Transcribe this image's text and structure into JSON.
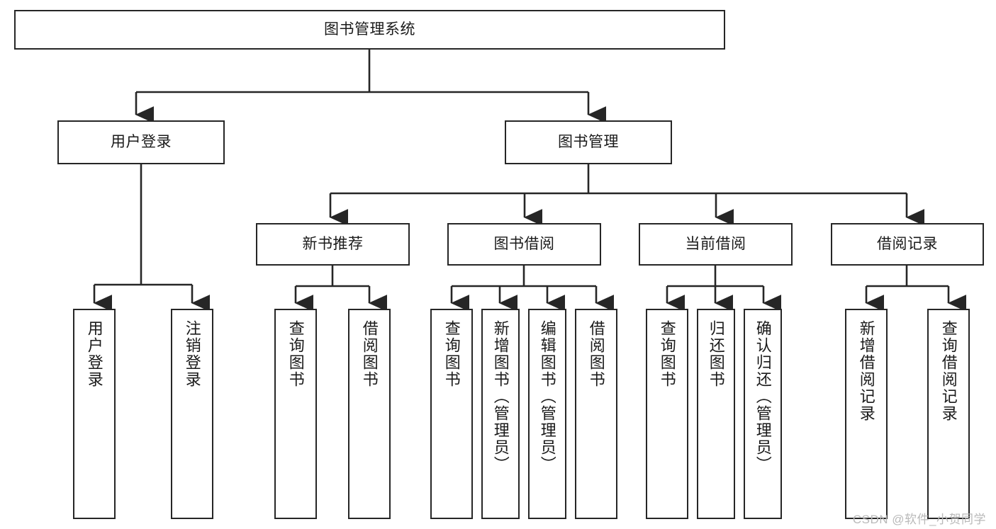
{
  "diagram": {
    "title_text": "图书管理系统",
    "type": "tree-hierarchy-diagram",
    "stroke_color": "#262626",
    "background_color": "#ffffff",
    "text_color": "#1a1a1a",
    "watermark": "CSDN @软件_小贺同学",
    "levels": {
      "root": {
        "label": "图书管理系统"
      },
      "level2": [
        {
          "label": "用户登录"
        },
        {
          "label": "图书管理"
        }
      ],
      "level3": [
        {
          "label": "新书推荐",
          "parent": "图书管理"
        },
        {
          "label": "图书借阅",
          "parent": "图书管理"
        },
        {
          "label": "当前借阅",
          "parent": "图书管理"
        },
        {
          "label": "借阅记录",
          "parent": "图书管理"
        }
      ],
      "leaves": [
        {
          "label": "用户登录",
          "parent": "用户登录"
        },
        {
          "label": "注销登录",
          "parent": "用户登录"
        },
        {
          "label": "查询图书",
          "parent": "新书推荐"
        },
        {
          "label": "借阅图书",
          "parent": "新书推荐"
        },
        {
          "label": "查询图书",
          "parent": "图书借阅"
        },
        {
          "label": "新增图书（管理员）",
          "parent": "图书借阅"
        },
        {
          "label": "编辑图书（管理员）",
          "parent": "图书借阅"
        },
        {
          "label": "借阅图书",
          "parent": "图书借阅"
        },
        {
          "label": "查询图书",
          "parent": "当前借阅"
        },
        {
          "label": "归还图书",
          "parent": "当前借阅"
        },
        {
          "label": "确认归还（管理员）",
          "parent": "当前借阅"
        },
        {
          "label": "新增借阅记录",
          "parent": "借阅记录"
        },
        {
          "label": "查询借阅记录",
          "parent": "借阅记录"
        }
      ]
    }
  }
}
